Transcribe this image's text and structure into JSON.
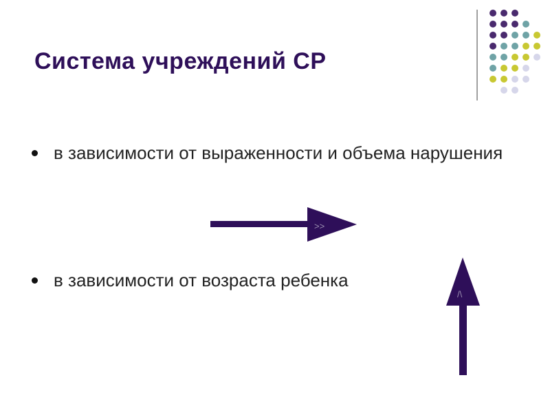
{
  "slide": {
    "title": "Система учреждений СР",
    "bullets": [
      " в зависимости от выраженности и объема нарушения",
      "в зависимости от возраста ребенка"
    ],
    "arrows": {
      "right_arrow_inner_text": ">>",
      "up_arrow_inner_text": "/\\"
    },
    "colors": {
      "title": "#2e0f59",
      "arrow": "#2e0f59",
      "dot_purple": "#4a2a6e",
      "dot_teal": "#6fa3a6",
      "dot_yellow": "#c8c832",
      "dot_lavender": "#d6d6ea",
      "divider": "#a0a0a0"
    }
  }
}
